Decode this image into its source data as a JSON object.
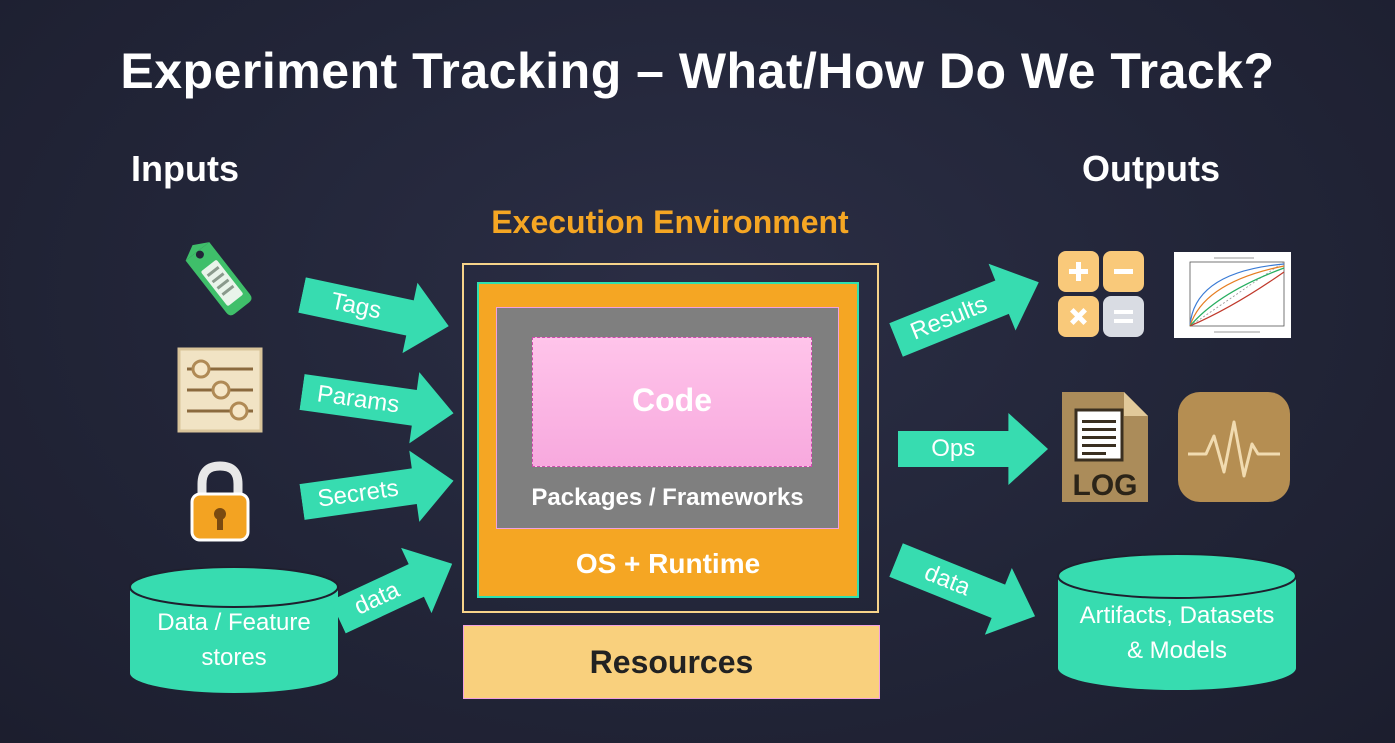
{
  "title": "Experiment Tracking – What/How Do We Track?",
  "inputs_heading": "Inputs",
  "outputs_heading": "Outputs",
  "environment": {
    "heading": "Execution Environment",
    "code": "Code",
    "packages": "Packages / Frameworks",
    "os": "OS + Runtime",
    "resources": "Resources"
  },
  "inputs": {
    "tags": "Tags",
    "params": "Params",
    "secrets": "Secrets",
    "data_arrow": "data",
    "store_line1": "Data / Feature",
    "store_line2": "stores"
  },
  "outputs": {
    "results": "Results",
    "ops": "Ops",
    "data_arrow": "data",
    "artifacts_line1": "Artifacts, Datasets",
    "artifacts_line2": "& Models",
    "log_icon_text": "LOG"
  },
  "colors": {
    "accent_green": "#37dcb0",
    "orange": "#f5a623",
    "pink": "#f7a9de",
    "gray": "#7f7f7f",
    "resources": "#f9d07d",
    "background": "#222538"
  },
  "icons": [
    "tag-icon",
    "sliders-icon",
    "padlock-icon",
    "calculator-icon",
    "roc-chart-icon",
    "log-file-icon",
    "pulse-icon"
  ]
}
